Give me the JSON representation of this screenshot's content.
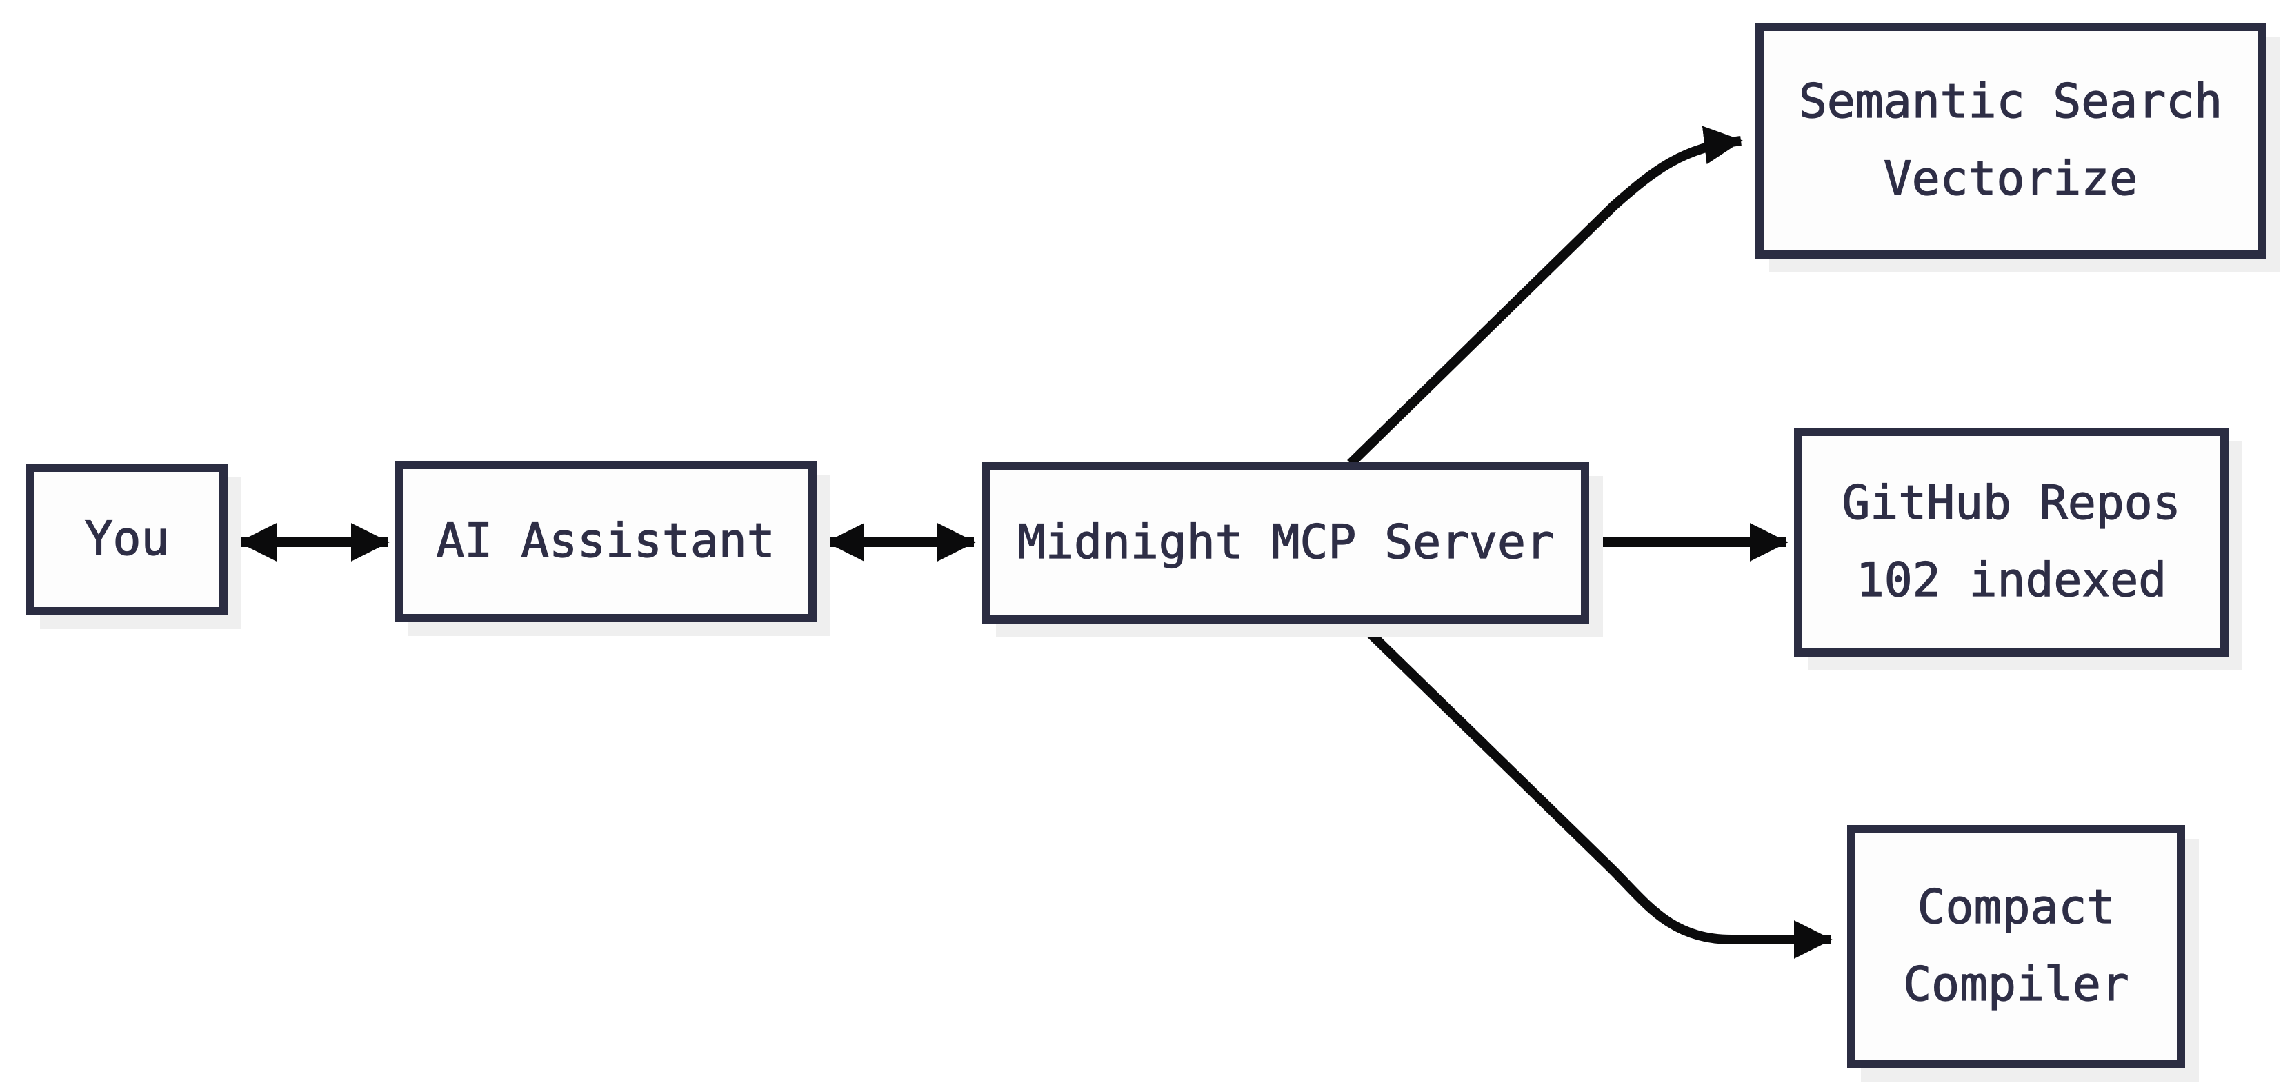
{
  "diagram": {
    "nodes": [
      {
        "id": "you",
        "lines": [
          "You"
        ]
      },
      {
        "id": "ai",
        "lines": [
          "AI Assistant"
        ]
      },
      {
        "id": "mcp",
        "lines": [
          "Midnight MCP Server"
        ]
      },
      {
        "id": "semantic",
        "lines": [
          "Semantic Search",
          "Vectorize"
        ]
      },
      {
        "id": "github",
        "lines": [
          "GitHub Repos",
          "102 indexed"
        ]
      },
      {
        "id": "compact",
        "lines": [
          "Compact",
          "Compiler"
        ]
      }
    ],
    "edges": [
      {
        "from": "you",
        "to": "ai",
        "direction": "bidirectional"
      },
      {
        "from": "ai",
        "to": "mcp",
        "direction": "bidirectional"
      },
      {
        "from": "mcp",
        "to": "semantic",
        "direction": "forward"
      },
      {
        "from": "mcp",
        "to": "github",
        "direction": "forward"
      },
      {
        "from": "mcp",
        "to": "compact",
        "direction": "forward"
      }
    ],
    "colors": {
      "background": "#ffffff",
      "node_fill": "#fdfdfd",
      "node_border": "#2b2d42",
      "node_text": "#2e2e46",
      "arrow": "#0b0b0c",
      "shadow": "#efefef"
    }
  }
}
